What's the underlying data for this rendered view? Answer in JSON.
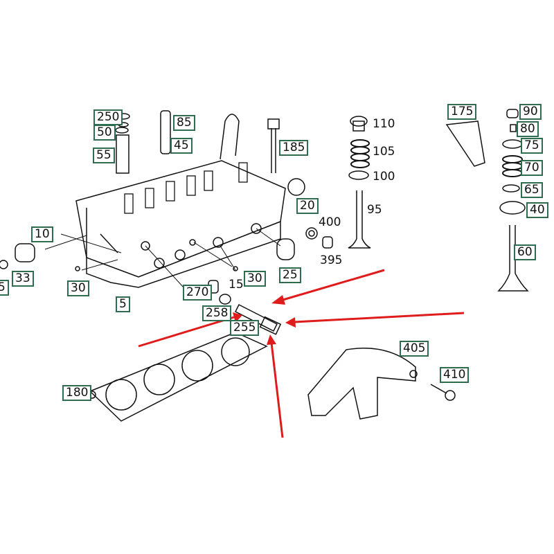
{
  "diagram": {
    "type": "exploded parts diagram - cylinder head",
    "labels": {
      "p250": "250",
      "p50": "50",
      "p55": "55",
      "p85": "85",
      "p45": "45",
      "p185": "185",
      "p110": "110",
      "p105": "105",
      "p100": "100",
      "p95": "95",
      "p400": "400",
      "p395": "395",
      "p175": "175",
      "p90": "90",
      "p80": "80",
      "p75": "75",
      "p70": "70",
      "p65": "65",
      "p40": "40",
      "p60": "60",
      "p20": "20",
      "p10": "10",
      "p33": "33",
      "p5a": "5",
      "p30a": "30",
      "p5": "5",
      "p270": "270",
      "p15": "15",
      "p30b": "30",
      "p25": "25",
      "p258": "258",
      "p255": "255",
      "p405": "405",
      "p410": "410",
      "p180": "180"
    },
    "annotation_color": "#e01b1b",
    "label_border_color": "#2e6b4f"
  }
}
